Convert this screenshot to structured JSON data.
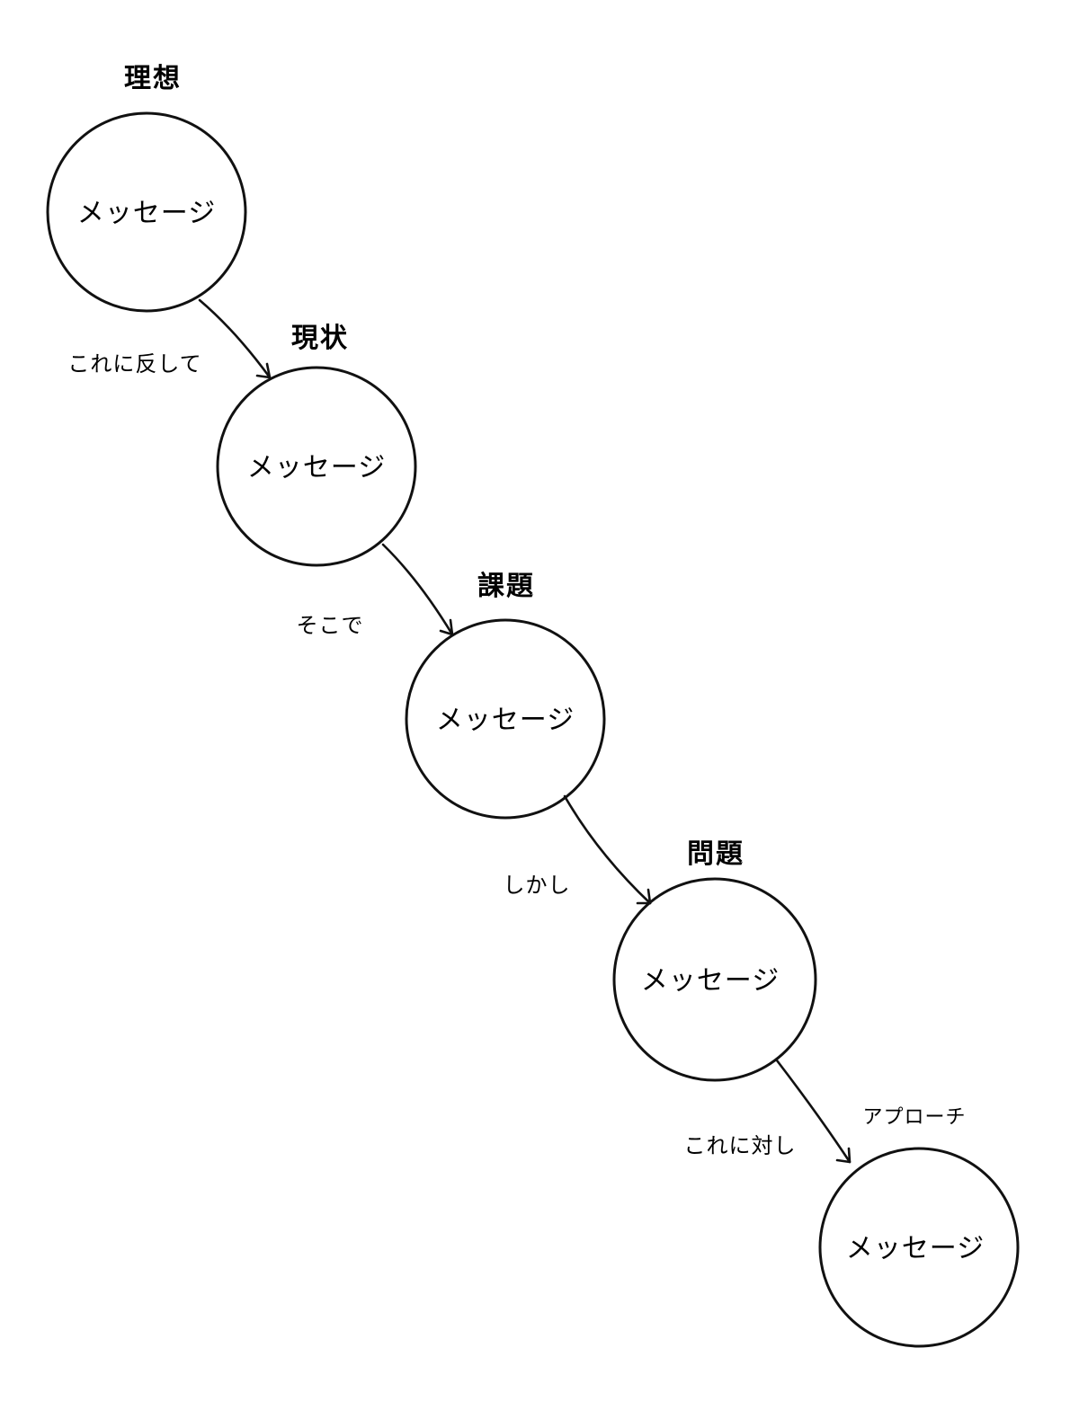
{
  "stages": [
    {
      "title": "理想",
      "message": "メッセージ"
    },
    {
      "title": "現状",
      "message": "メッセージ"
    },
    {
      "title": "課題",
      "message": "メッセージ"
    },
    {
      "title": "問題",
      "message": "メッセージ"
    },
    {
      "title": "アプローチ",
      "message": "メッセージ"
    }
  ],
  "connectors": [
    {
      "label": "これに反して"
    },
    {
      "label": "そこで"
    },
    {
      "label": "しかし"
    },
    {
      "label": "これに対し"
    }
  ],
  "colors": {
    "ink": "#111111",
    "background": "#ffffff"
  }
}
